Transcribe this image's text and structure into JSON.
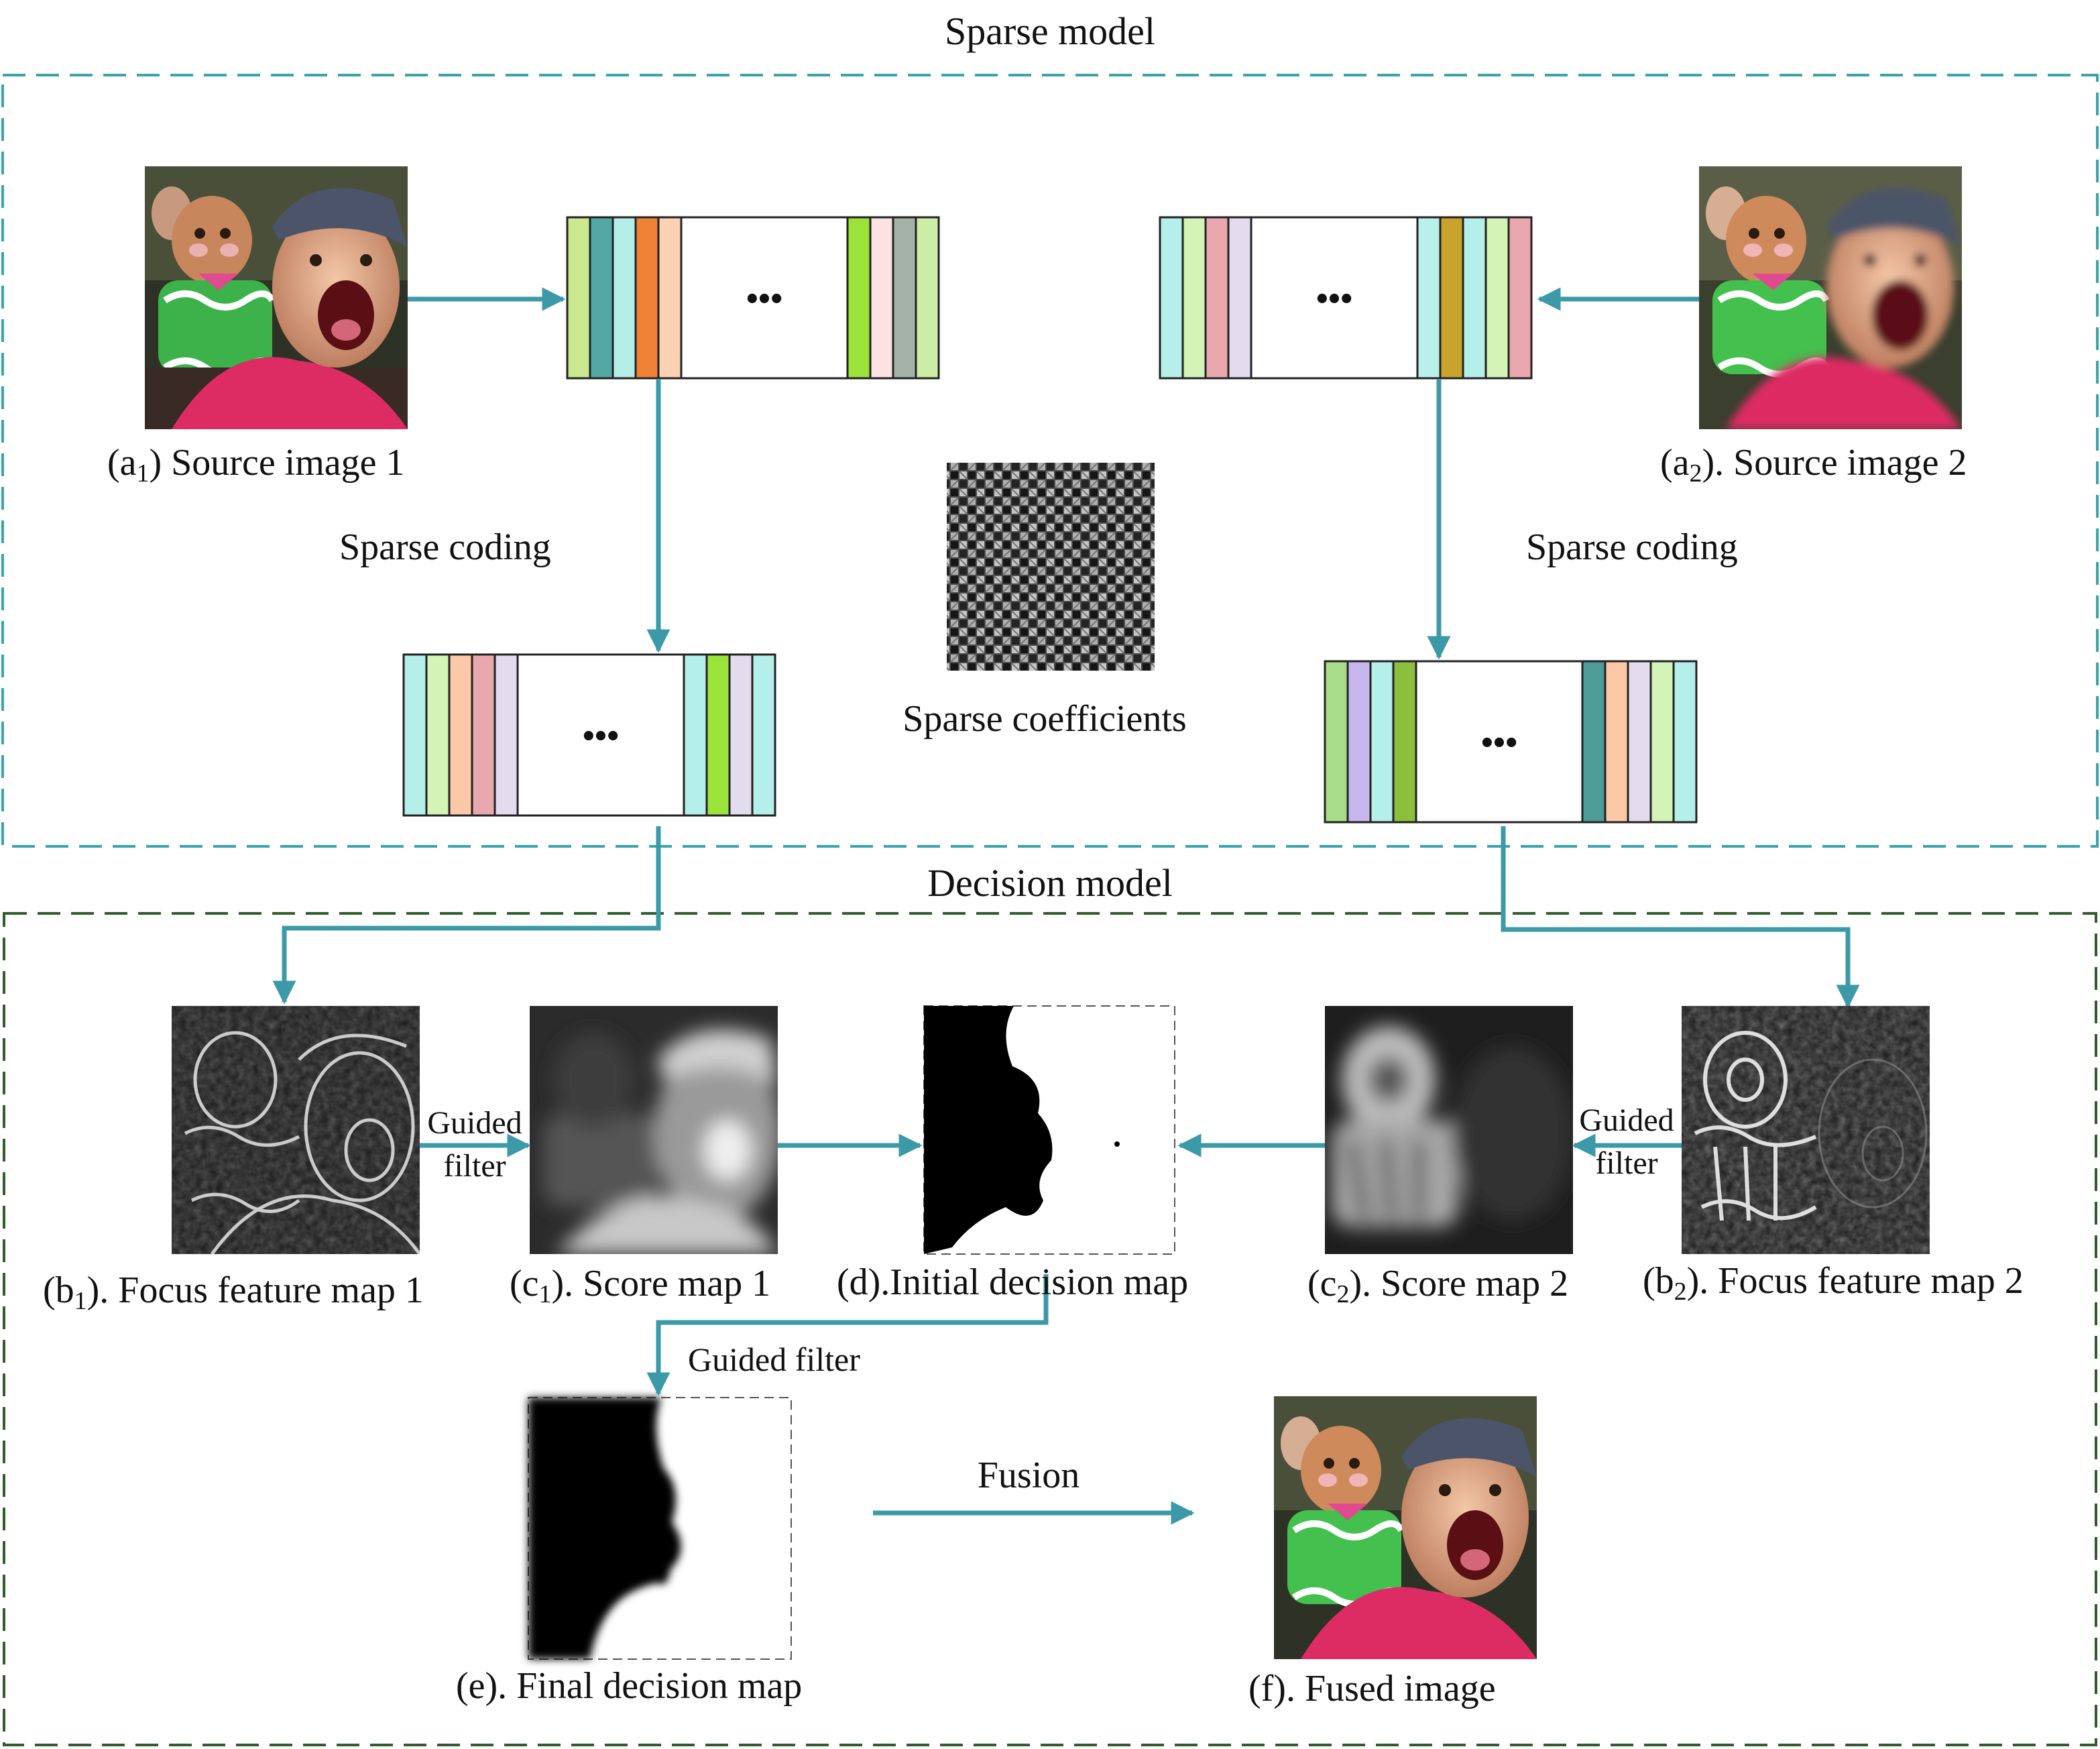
{
  "sections": {
    "sparse_title": "Sparse model",
    "decision_title": "Decision model"
  },
  "labels": {
    "a1_prefix": "(a",
    "a1_sub": "1",
    "a1_suffix": ") Source image 1",
    "a2_prefix": "(a",
    "a2_sub": "2",
    "a2_suffix": "). Source image 2",
    "b1_prefix": "(b",
    "b1_sub": "1",
    "b1_suffix": "). Focus feature map 1",
    "b2_prefix": "(b",
    "b2_sub": "2",
    "b2_suffix": "). Focus feature map 2",
    "c1_prefix": "(c",
    "c1_sub": "1",
    "c1_suffix": "). Score map 1",
    "c2_prefix": "(c",
    "c2_sub": "2",
    "c2_suffix": "). Score map 2",
    "d": "(d).Initial decision map",
    "e": "(e). Final decision map",
    "f": "(f). Fused image"
  },
  "annotations": {
    "sparse_coding_left": "Sparse coding",
    "sparse_coding_right": "Sparse coding",
    "sparse_coefficients": "Sparse coefficients",
    "guided_left_1": "Guided",
    "guided_left_2": "filter",
    "guided_right_1": "Guided",
    "guided_right_2": "filter",
    "guided_filter": "Guided filter",
    "fusion": "Fusion",
    "ellipsis": "•••"
  },
  "colors": {
    "arrow": "#3c9aa8",
    "sparse_border": "#3ba3ab",
    "decision_border": "#2f5e2a"
  },
  "stripe_palettes": {
    "top_left_a": [
      "#c9e88f",
      "#53a8a4",
      "#b5ede8",
      "#f08235",
      "#fbd2b4"
    ],
    "top_left_b": [
      "#9be23b",
      "#fbe3e3",
      "#a5b2a8",
      "#cdeda6"
    ],
    "top_right_a": [
      "#b5efea",
      "#d3f4b6",
      "#e8a8ae",
      "#e2dcee"
    ],
    "top_right_b": [
      "#b9f0ec",
      "#c9a32b",
      "#b5efea",
      "#d3f4b6",
      "#e8a8ae"
    ],
    "mid_left_a": [
      "#b5efea",
      "#d3f4b6",
      "#fbc8a8",
      "#e8a8ae",
      "#e2dcee"
    ],
    "mid_left_b": [
      "#b5efea",
      "#9be23b",
      "#e2dcee",
      "#b5efea"
    ],
    "mid_right_a": [
      "#a9dc88",
      "#c8b6ee",
      "#b5efea",
      "#8cbf3e"
    ],
    "mid_right_b": [
      "#4d9c98",
      "#fbc8a8",
      "#e2dcee",
      "#d3f4b6",
      "#b5efea"
    ]
  }
}
